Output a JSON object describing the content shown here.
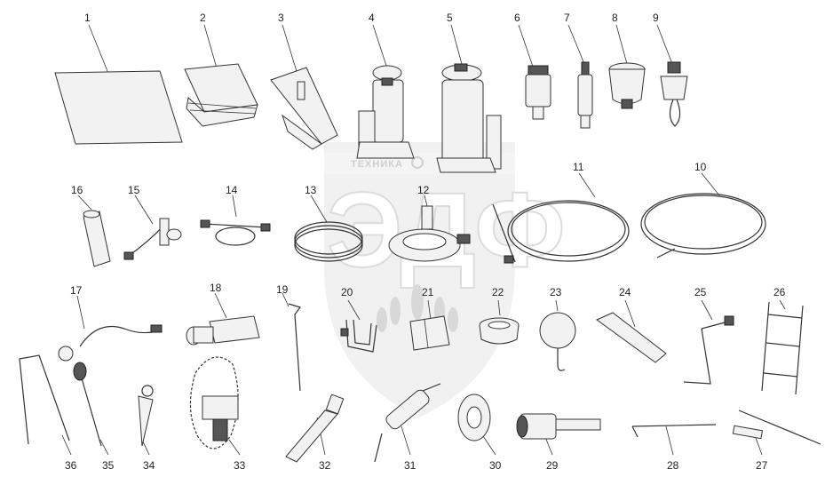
{
  "watermark": {
    "top_text": "ТЕХНИКА",
    "logo_letters": "ЭДФ"
  },
  "labels": [
    "1",
    "2",
    "3",
    "4",
    "5",
    "6",
    "7",
    "8",
    "9",
    "10",
    "11",
    "12",
    "13",
    "14",
    "15",
    "16",
    "17",
    "18",
    "19",
    "20",
    "21",
    "22",
    "23",
    "24",
    "25",
    "26",
    "27",
    "28",
    "29",
    "30",
    "31",
    "32",
    "33",
    "34",
    "35",
    "36"
  ]
}
